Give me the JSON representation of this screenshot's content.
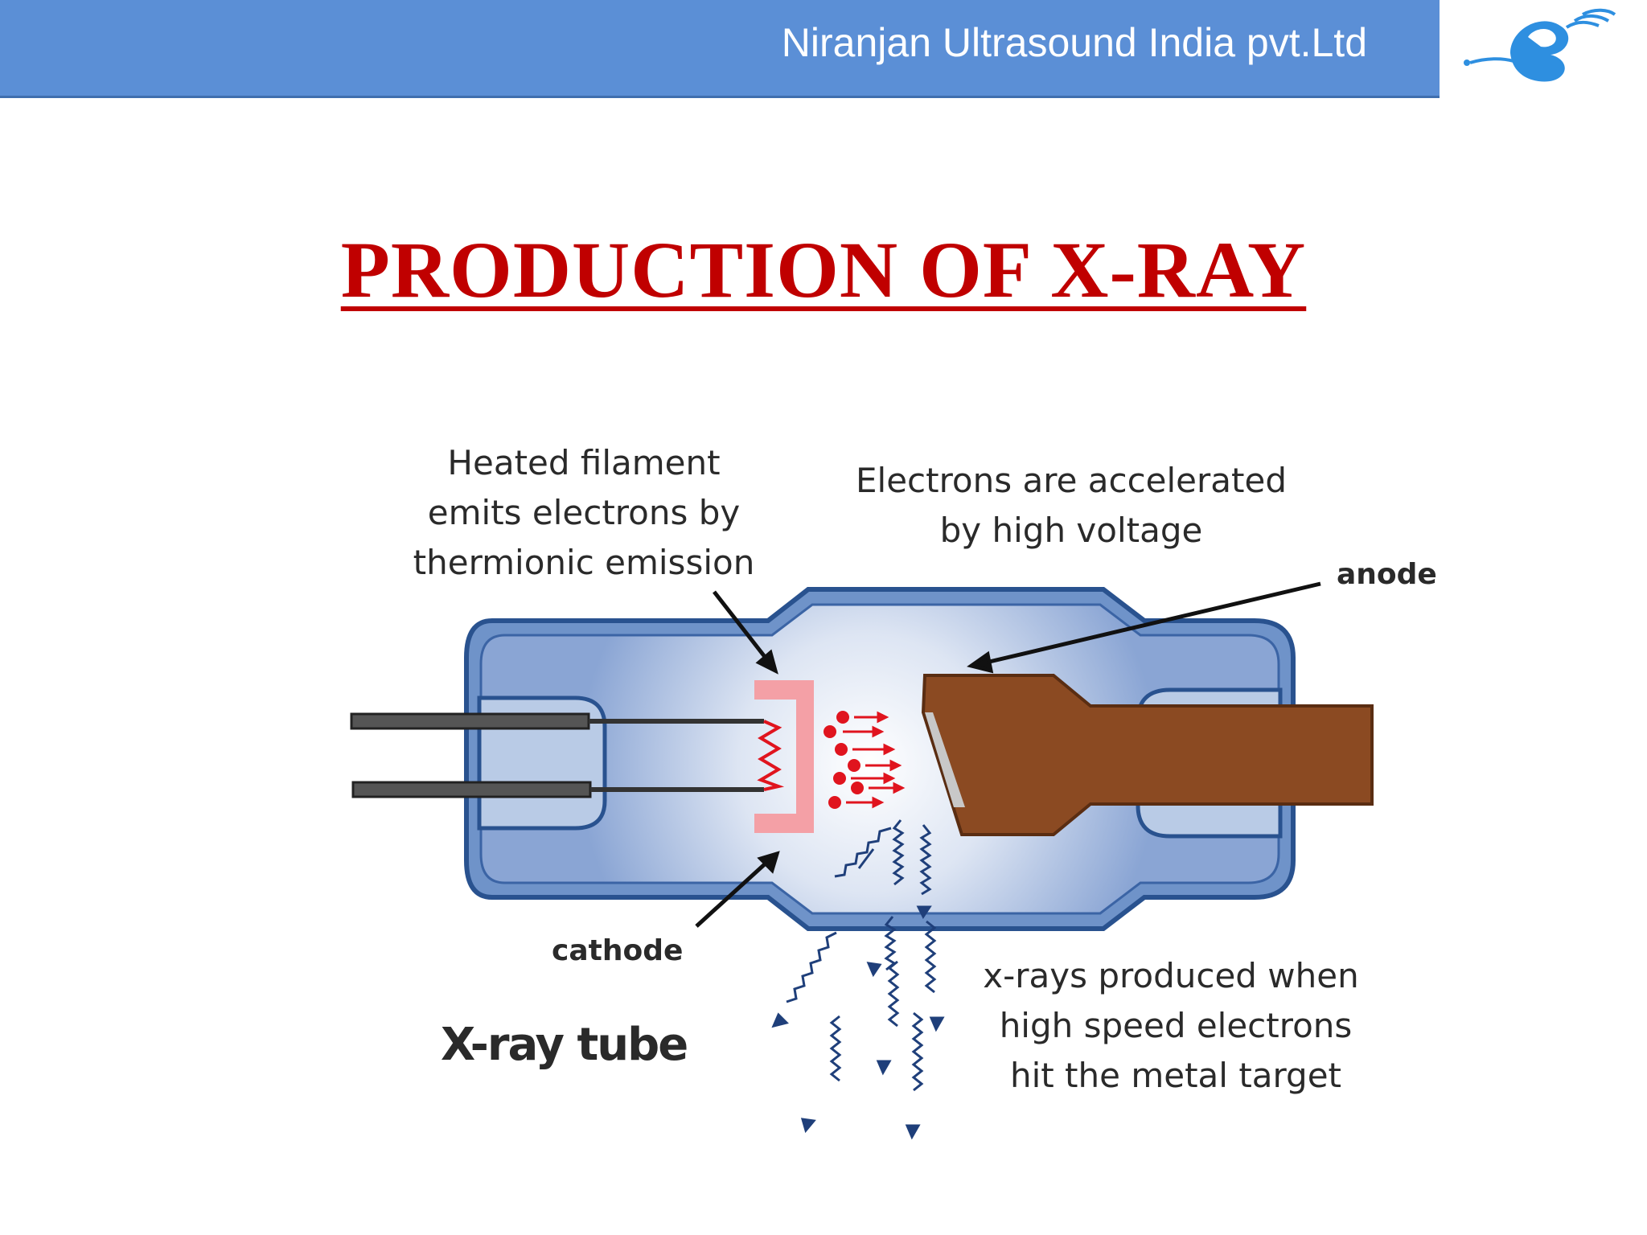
{
  "header": {
    "company": "Niranjan Ultrasound India pvt.Ltd"
  },
  "title": "PRODUCTION OF X-RAY",
  "diagram": {
    "filament_label": [
      "Heated filament",
      "emits electrons by",
      "thermionic emission"
    ],
    "acceleration_label": [
      "Electrons are accelerated",
      "by high voltage"
    ],
    "anode_label": "anode",
    "cathode_label": "cathode",
    "tube_label": "X-ray tube",
    "xray_label": [
      "x-rays produced when",
      "high speed electrons",
      "hit the metal target"
    ]
  },
  "colors": {
    "header_bg": "#5b8fd6",
    "title": "#c00000",
    "tube_outer": "#6f93c9",
    "anode": "#8b4a22",
    "cathode_cup": "#f4a0a6",
    "electron": "#e0141e"
  }
}
